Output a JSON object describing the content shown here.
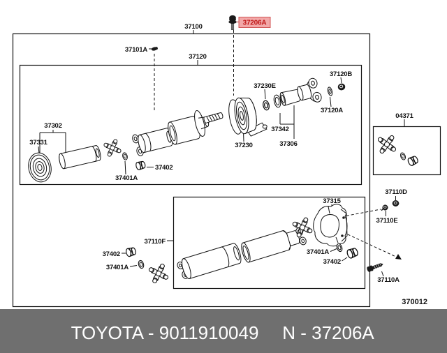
{
  "diagram": {
    "type": "exploded-parts-diagram",
    "subject": "propeller shaft assembly",
    "drawing_number": "370012",
    "highlighted_part": {
      "label": "37206A",
      "text_color": "#c01818",
      "bg_color": "#f2a8a8",
      "border_color": "#d05555"
    },
    "callouts": {
      "c37100": "37100",
      "c37206A": "37206A",
      "c37101A": "37101A",
      "c37120": "37120",
      "c37230E": "37230E",
      "c37120B": "37120B",
      "c37120A": "37120A",
      "c37342": "37342",
      "c37306": "37306",
      "c37230": "37230",
      "c37302": "37302",
      "c37331": "37331",
      "c37402_top": "37402",
      "c37401A_top": "37401A",
      "c04371": "04371",
      "c37110D": "37110D",
      "c37110E": "37110E",
      "c37315": "37315",
      "c37110F": "37110F",
      "c37402_left": "37402",
      "c37401A_left": "37401A",
      "c37401A_right": "37401A",
      "c37402_right": "37402",
      "c37110A": "37110A"
    },
    "footer": {
      "left_text": "TOYOTA - 9011910049",
      "right_text": "N - 37206A",
      "bg_color": "#6f6f6f",
      "text_color": "#ffffff"
    }
  }
}
